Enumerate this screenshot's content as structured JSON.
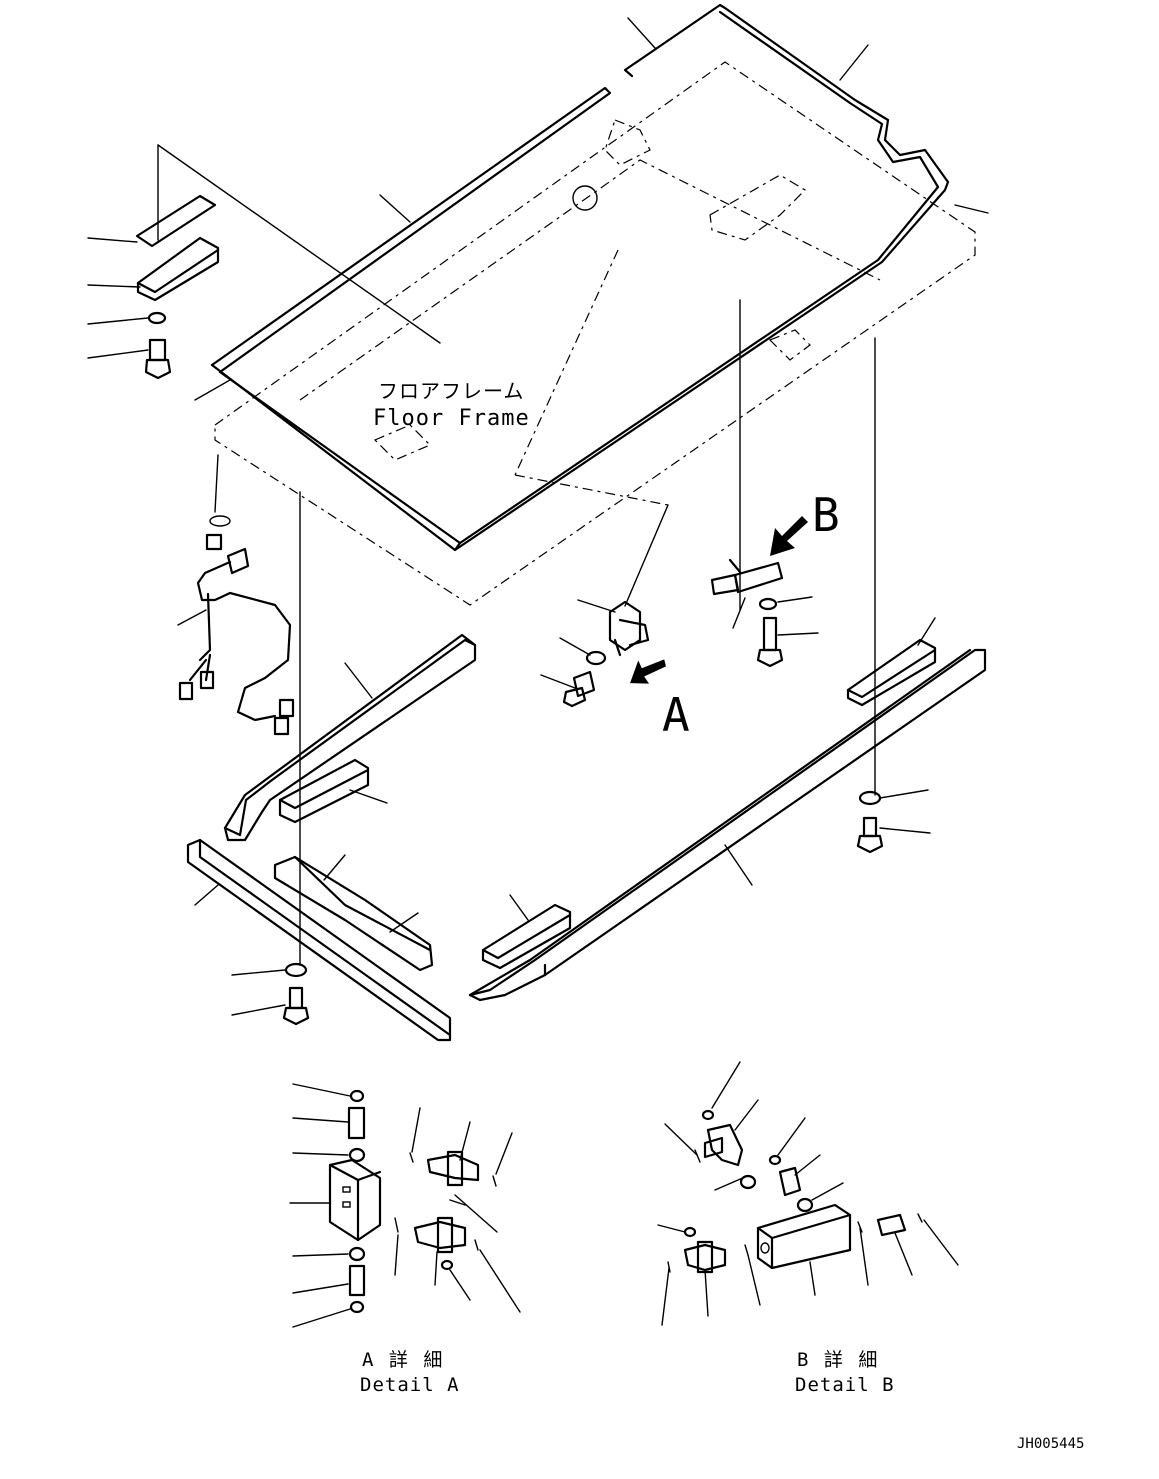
{
  "labels": {
    "floor_frame_ja": "フロアフレーム",
    "floor_frame_en": "Floor Frame",
    "view_a": "A",
    "view_b": "B",
    "detail_a_ja": "A 詳 細",
    "detail_a_en": "Detail A",
    "detail_b_ja": "B 詳 細",
    "detail_b_en": "Detail B",
    "drawing_number": "JH005445"
  },
  "colors": {
    "line": "#000000",
    "background": "#ffffff"
  }
}
